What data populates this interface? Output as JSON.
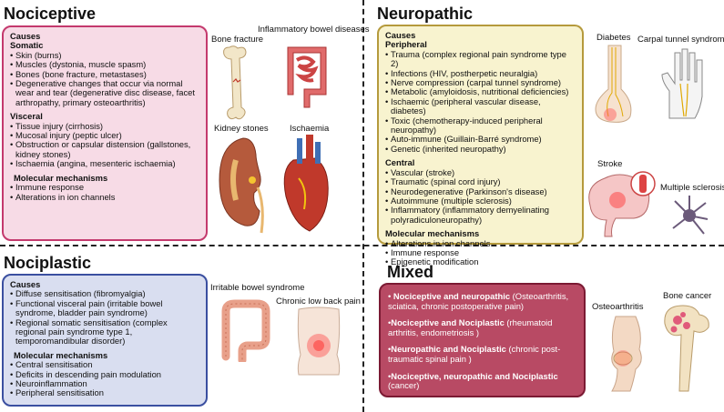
{
  "nociceptive": {
    "title": "Nociceptive",
    "causes_heading": "Causes",
    "somatic_heading": "Somatic",
    "somatic": [
      "Skin (burns)",
      "Muscles (dystonia, muscle spasm)",
      "Bones (bone fracture, metastases)",
      "Degenerative changes that occur via normal wear and tear (degenerative disc disease, facet arthropathy, primary osteoarthritis)"
    ],
    "visceral_heading": "Visceral",
    "visceral": [
      "Tissue injury (cirrhosis)",
      "Mucosal injury (peptic ulcer)",
      "Obstruction or capsular distension (gallstones, kidney stones)",
      "Ischaemia (angina, mesenteric ischaemia)"
    ],
    "molecular_heading": "Molecular mechanisms",
    "molecular": [
      "Immune response",
      "Alterations in ion channels"
    ],
    "images": {
      "bone_fracture": "Bone fracture",
      "ibd": "Inflammatory bowel diseases",
      "kidney_stones": "Kidney stones",
      "ischaemia": "Ischaemia"
    }
  },
  "neuropathic": {
    "title": "Neuropathic",
    "causes_heading": "Causes",
    "peripheral_heading": "Peripheral",
    "peripheral": [
      "Trauma (complex regional pain syndrome type 2)",
      "Infections (HIV, postherpetic neuralgia)",
      "Nerve compression (carpal tunnel syndrome)",
      "Metabolic (amyloidosis, nutritional  deficiencies)",
      "Ischaemic (peripheral vascular disease,  diabetes)",
      "Toxic (chemotherapy-induced  peripheral neuropathy)",
      "Auto-immune (Guillain-Barré  syndrome)",
      "Genetic (inherited neuropathy)"
    ],
    "central_heading": "Central",
    "central": [
      "Vascular (stroke)",
      "Traumatic (spinal cord injury)",
      "Neurodegenerative (Parkinson's  disease)",
      "Autoimmune (multiple sclerosis)",
      "Inflammatory (inflammatory demyelinating polyradiculoneuropathy)"
    ],
    "molecular_heading": "Molecular mechanisms",
    "molecular": [
      "Alterations in ion channels",
      "Immune response",
      "Epigenetic modification"
    ],
    "images": {
      "diabetes": "Diabetes",
      "carpal": "Carpal tunnel syndrome",
      "stroke": "Stroke",
      "ms": "Multiple sclerosis"
    }
  },
  "nociplastic": {
    "title": "Nociplastic",
    "causes_heading": "Causes",
    "causes": [
      "Diffuse sensitisation (fibromyalgia)",
      "Functional visceral pain (irritable bowel  syndrome, bladder pain syndrome)",
      "Regional somatic sensitisation (complex regional pain syndrome  type 1, temporomandibular disorder)"
    ],
    "molecular_heading": "Molecular mechanisms",
    "molecular": [
      "Central sensitisation",
      "Deficits in descending pain modulation",
      "Neuroinflammation",
      "Peripheral sensitisation"
    ],
    "images": {
      "ibs": "Irritable bowel syndrome",
      "back": "Chronic low back pain"
    }
  },
  "mixed": {
    "title": "Mixed",
    "items": [
      {
        "bold": "Nociceptive and neuropathic",
        "rest": " (Osteoarthritis, sciatica, chronic postoperative pain)",
        "prefix": "• "
      },
      {
        "bold": "Nociceptive and Nociplastic",
        "rest": " (rheumatoid arthritis, endometriosis )",
        "prefix": "•"
      },
      {
        "bold": "Neuropathic and Nociplastic",
        "rest": " (chronic post-traumatic spinal pain )",
        "prefix": "•"
      },
      {
        "bold": "Nociceptive,  neuropathic and Nociplastic",
        "rest": " (cancer)",
        "prefix": "•"
      }
    ],
    "images": {
      "oa": "Osteoarthritis",
      "bone_cancer": "Bone cancer"
    }
  }
}
